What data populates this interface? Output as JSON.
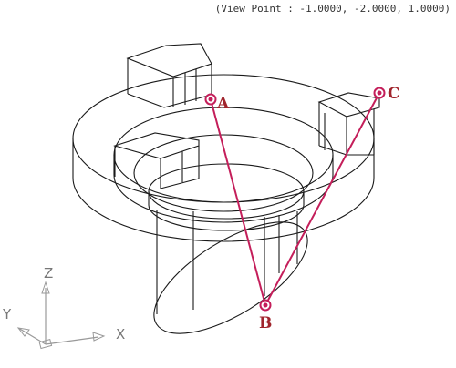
{
  "viewpoint_label": "(View Point : -1.0000, -2.0000, 1.0000)",
  "points": [
    {
      "id": "A",
      "label": "A"
    },
    {
      "id": "B",
      "label": "B"
    },
    {
      "id": "C",
      "label": "C"
    }
  ],
  "axes": {
    "x_label": "X",
    "y_label": "Y",
    "z_label": "Z"
  },
  "colors": {
    "line": "#c41e5a",
    "label": "#a0242c",
    "wire": "#1a1a1a",
    "axis": "#999999"
  }
}
